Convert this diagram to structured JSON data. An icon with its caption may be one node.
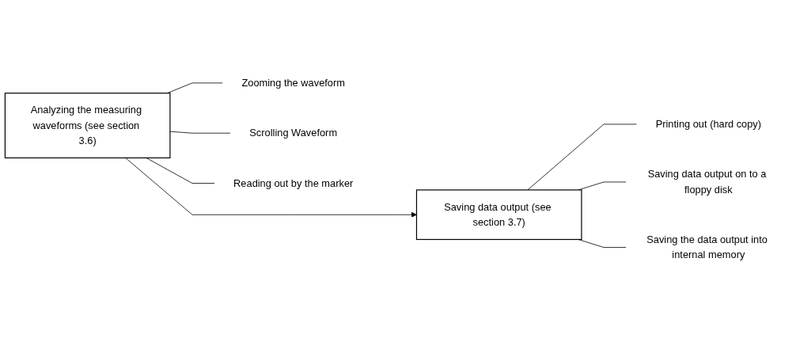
{
  "diagram": {
    "nodes": [
      {
        "text": [
          "Analyzing the measuring waveforms (see section 3.6)"
        ]
      },
      {
        "text": [
          "Zooming the waveform"
        ]
      },
      {
        "text": [
          "Scrolling Waveform"
        ]
      },
      {
        "text": [
          "Reading out by the marker"
        ]
      },
      {
        "text": [
          "Saving data output (see section 3.7)"
        ]
      },
      {
        "text": [
          "Printing out (hard copy)"
        ]
      },
      {
        "text": [
          "Saving data output on to a floppy disk"
        ]
      },
      {
        "text": [
          "Saving the data output into internal memory"
        ]
      }
    ],
    "edges": [
      {
        "from": 0,
        "to": 1,
        "arrow": "none"
      },
      {
        "from": 0,
        "to": 2,
        "arrow": "none"
      },
      {
        "from": 0,
        "to": 3,
        "arrow": "none"
      },
      {
        "from": 0,
        "to": 4,
        "arrow": "to"
      },
      {
        "from": 4,
        "to": 5,
        "arrow": "none"
      },
      {
        "from": 4,
        "to": 6,
        "arrow": "none"
      },
      {
        "from": 4,
        "to": 7,
        "arrow": "none"
      }
    ]
  }
}
